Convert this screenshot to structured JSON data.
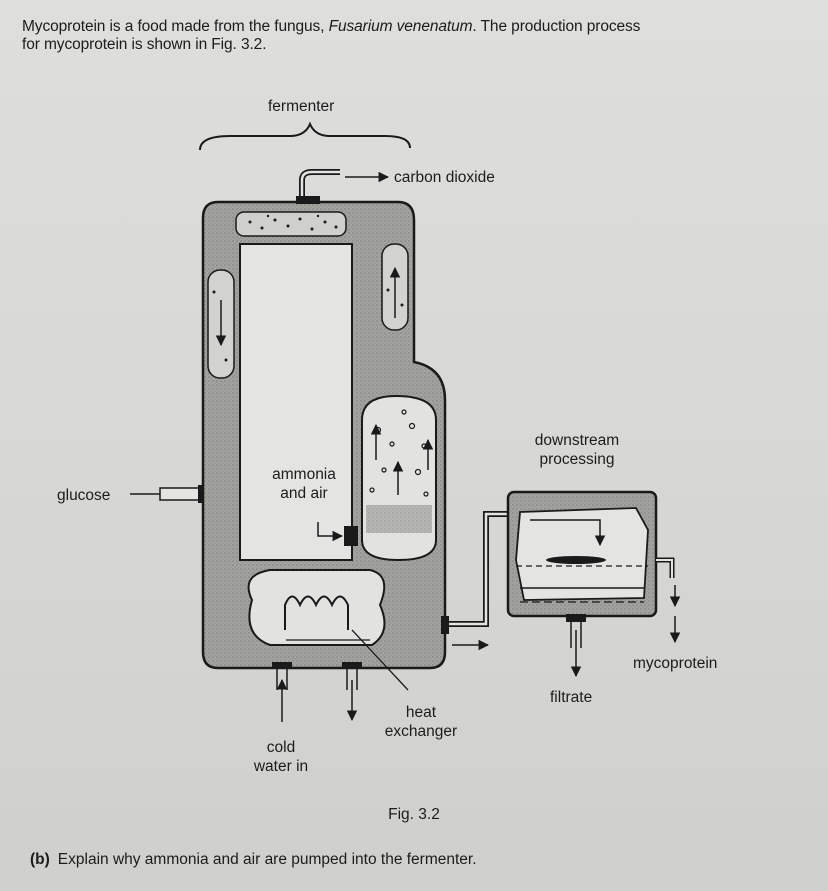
{
  "intro": {
    "line1_prefix": "Mycoprotein is a food made from the fungus, ",
    "species": "Fusarium venenatum",
    "line1_suffix": ". The production process",
    "line2": "for mycoprotein is shown in Fig. 3.2."
  },
  "diagram": {
    "labels": {
      "fermenter": "fermenter",
      "carbon_dioxide": "carbon dioxide",
      "downstream_line1": "downstream",
      "downstream_line2": "processing",
      "ammonia_line1": "ammonia",
      "ammonia_line2": "and air",
      "glucose": "glucose",
      "mycoprotein": "mycoprotein",
      "filtrate": "filtrate",
      "heat_line1": "heat",
      "heat_line2": "exchanger",
      "cold_line1": "cold",
      "cold_line2": "water in"
    },
    "colors": {
      "ink": "#1a1a1a",
      "wall_fill": "#9a9a98",
      "interior": "#e4e4e2"
    }
  },
  "figure": {
    "caption": "Fig. 3.2"
  },
  "question": {
    "number": "(b)",
    "text": "Explain why ammonia and air are pumped into the fermenter."
  }
}
